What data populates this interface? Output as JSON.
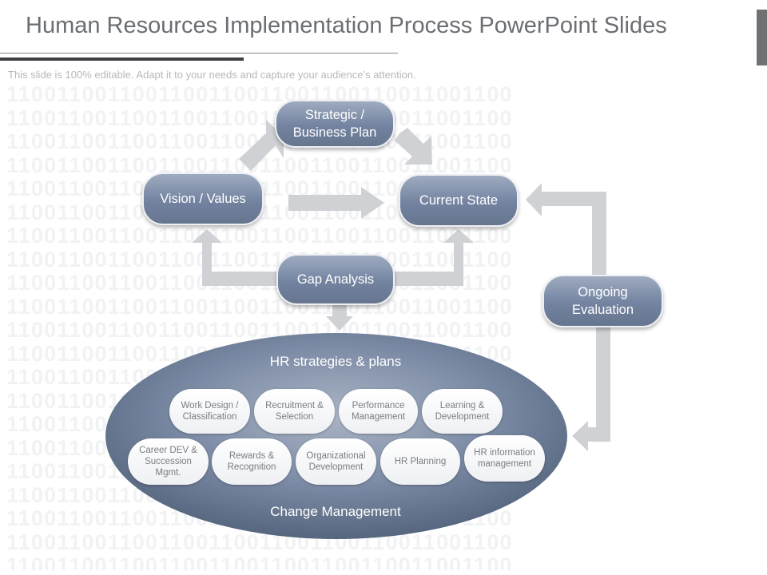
{
  "header": {
    "title": "Human Resources Implementation Process PowerPoint Slides",
    "subtitle": "This slide is 100% editable. Adapt it to your needs and capture your audience’s attention."
  },
  "background_pattern": "1100110011001100110011001100110011001100",
  "nodes": {
    "strategic": "Strategic / Business Plan",
    "vision": "Vision / Values",
    "current": "Current State",
    "gap": "Gap Analysis",
    "ongoing": "Ongoing Evaluation"
  },
  "hr": {
    "title": "HR strategies & plans",
    "footer": "Change Management",
    "items": [
      "Work Design / Classification",
      "Recruitment & Selection",
      "Performance Management",
      "Learning & Development",
      "Career DEV & Succession Mgmt.",
      "Rewards & Recognition",
      "Organizational Development",
      "HR Planning",
      "HR information management"
    ]
  },
  "colors": {
    "node": "#7383a0",
    "arrow": "#cfd1d4",
    "ellipse": "#5d6d88"
  }
}
